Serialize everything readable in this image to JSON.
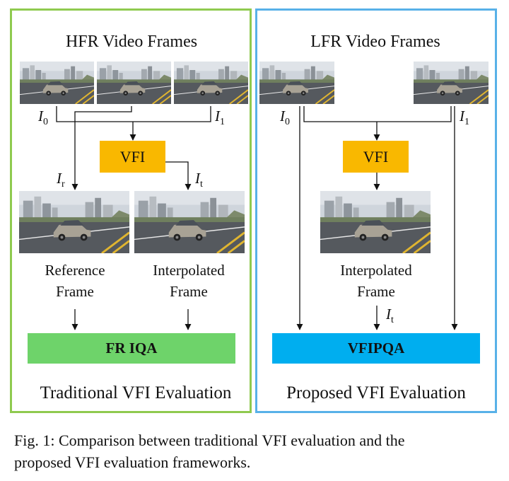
{
  "left_panel": {
    "title": "HFR Video Frames",
    "label_i0": "I",
    "label_i0_sub": "0",
    "label_i1": "I",
    "label_i1_sub": "1",
    "label_ir": "I",
    "label_ir_sub": "r",
    "label_it": "I",
    "label_it_sub": "t",
    "vfi_label": "VFI",
    "reference_label_line1": "Reference",
    "reference_label_line2": "Frame",
    "interpolated_label_line1": "Interpolated",
    "interpolated_label_line2": "Frame",
    "metric_label": "FR IQA",
    "footer": "Traditional VFI Evaluation"
  },
  "right_panel": {
    "title": "LFR Video Frames",
    "label_i0": "I",
    "label_i0_sub": "0",
    "label_i1": "I",
    "label_i1_sub": "1",
    "label_it": "I",
    "label_it_sub": "t",
    "vfi_label": "VFI",
    "interpolated_label_line1": "Interpolated",
    "interpolated_label_line2": "Frame",
    "metric_label": "VFIPQA",
    "footer": "Proposed VFI Evaluation"
  },
  "caption": {
    "line1": "Fig. 1: Comparison between traditional VFI evaluation and the",
    "line2": "proposed VFI evaluation frameworks."
  },
  "colors": {
    "left_border": "#8fca4f",
    "right_border": "#58b1e8",
    "vfi_box": "#f9b800",
    "fr_iqa_box": "#6ed36a",
    "vfipqa_box": "#00aeef"
  }
}
